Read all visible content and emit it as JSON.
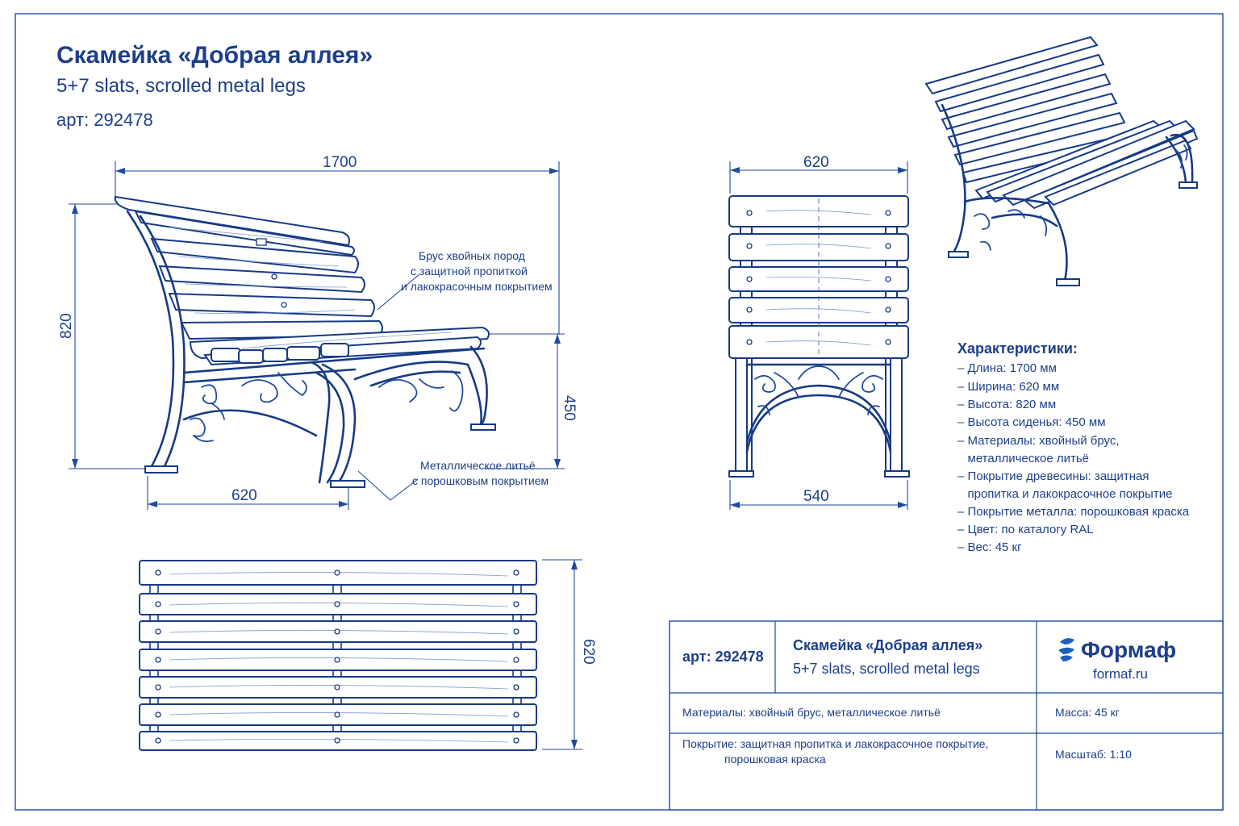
{
  "header": {
    "title": "Скамейка «Добрая аллея»",
    "subtitle": "5+7 slats, scrolled metal legs",
    "article": "арт: 292478"
  },
  "dimensions": {
    "length": "1700",
    "height": "820",
    "seat_height": "450",
    "side_depth": "620",
    "front_width": "620",
    "front_leg_span": "540",
    "top_depth": "620"
  },
  "callouts": {
    "wood": [
      "Брус хвойных пород",
      "с защитной пропиткой",
      "и лакокрасочным покрытием"
    ],
    "metal": [
      "Металлическое литьё",
      "с порошковым покрытием"
    ]
  },
  "specs": {
    "heading": "Характеристики:",
    "items": [
      "– Длина: 1700 мм",
      "– Ширина: 620 мм",
      "– Высота: 820 мм",
      "– Высота сиденья: 450 мм",
      "– Материалы: хвойный брус,",
      "   металлическое литьё",
      "– Покрытие древесины: защитная",
      "   пропитка и лакокрасочное покрытие",
      "– Покрытие металла: порошковая краска",
      "– Цвет: по каталогу RAL",
      "– Вес: 45 кг"
    ]
  },
  "title_block": {
    "article": "арт: 292478",
    "name": "Скамейка «Добрая аллея»",
    "variant": "5+7 slats, scrolled metal legs",
    "brand": "Формаф",
    "site": "formaf.ru",
    "materials": "Материалы: хвойный брус, металлическое литьё",
    "mass": "Масса: 45 кг",
    "coating_line1": "Покрытие: защитная пропитка и лакокрасочное покрытие,",
    "coating_line2": "порошковая краска",
    "scale": "Масштаб: 1:10"
  },
  "colors": {
    "ink": "#1d3f8a",
    "line": "#163a86",
    "paper": "#ffffff"
  }
}
